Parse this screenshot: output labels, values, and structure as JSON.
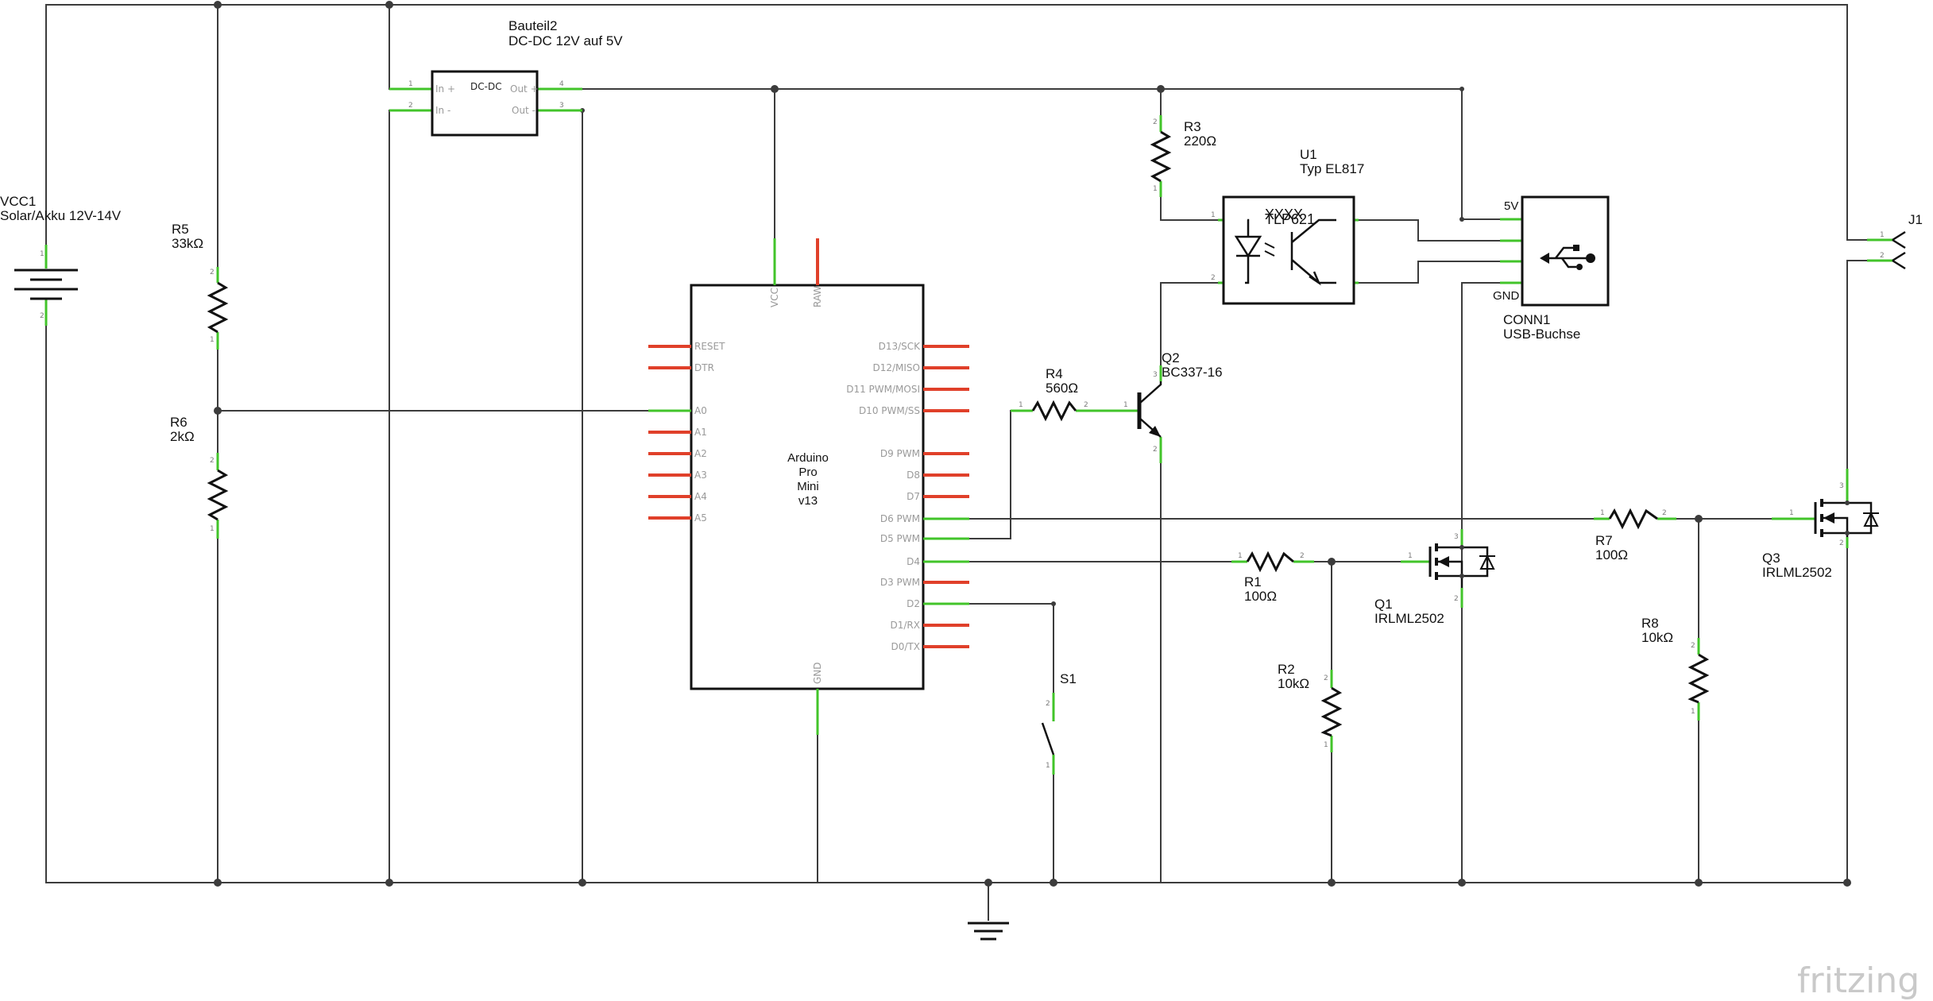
{
  "brand": "fritzing",
  "vcc1": {
    "ref": "VCC1",
    "value": "Solar/Akku 12V-14V"
  },
  "r5": {
    "ref": "R5",
    "value": "33kΩ"
  },
  "r6": {
    "ref": "R6",
    "value": "2kΩ"
  },
  "dcdc": {
    "ref": "Bauteil2",
    "value": "DC-DC 12V auf 5V",
    "title": "DC-DC",
    "pin_in_p": "In +",
    "pin_in_n": "In -",
    "pin_out_p": "Out +",
    "pin_out_n": "Out -"
  },
  "arduino": {
    "name_lines": [
      "Arduino",
      "Pro",
      "Mini",
      "v13"
    ],
    "top_pins": [
      "VCC",
      "RAW"
    ],
    "bottom_pin": "GND",
    "left_pins": [
      "RESET",
      "DTR",
      "A0",
      "A1",
      "A2",
      "A3",
      "A4",
      "A5"
    ],
    "right_pins": [
      "D13/SCK",
      "D12/MISO",
      "D11 PWM/MOSI",
      "D10 PWM/SS",
      "D9 PWM",
      "D8",
      "D7",
      "D6 PWM",
      "D5 PWM",
      "D4",
      "D3 PWM",
      "D2",
      "D1/RX",
      "D0/TX"
    ]
  },
  "r3": {
    "ref": "R3",
    "value": "220Ω"
  },
  "u1": {
    "ref": "U1",
    "value": "Typ EL817",
    "part_text_a": "XXXX",
    "part_text_b": "TLP621"
  },
  "conn1": {
    "ref": "CONN1",
    "value": "USB-Buchse",
    "pin_5v": "5V",
    "pin_gnd": "GND"
  },
  "r4": {
    "ref": "R4",
    "value": "560Ω"
  },
  "q2": {
    "ref": "Q2",
    "value": "BC337-16"
  },
  "r1": {
    "ref": "R1",
    "value": "100Ω"
  },
  "r2": {
    "ref": "R2",
    "value": "10kΩ"
  },
  "q1": {
    "ref": "Q1",
    "value": "IRLML2502"
  },
  "r7": {
    "ref": "R7",
    "value": "100Ω"
  },
  "r8": {
    "ref": "R8",
    "value": "10kΩ"
  },
  "q3": {
    "ref": "Q3",
    "value": "IRLML2502"
  },
  "s1": {
    "ref": "S1"
  },
  "j1": {
    "ref": "J1"
  },
  "colors": {
    "wire": "#3c3c3c",
    "connected_pin": "#42c42a",
    "unconnected_pin": "#e0402a"
  }
}
